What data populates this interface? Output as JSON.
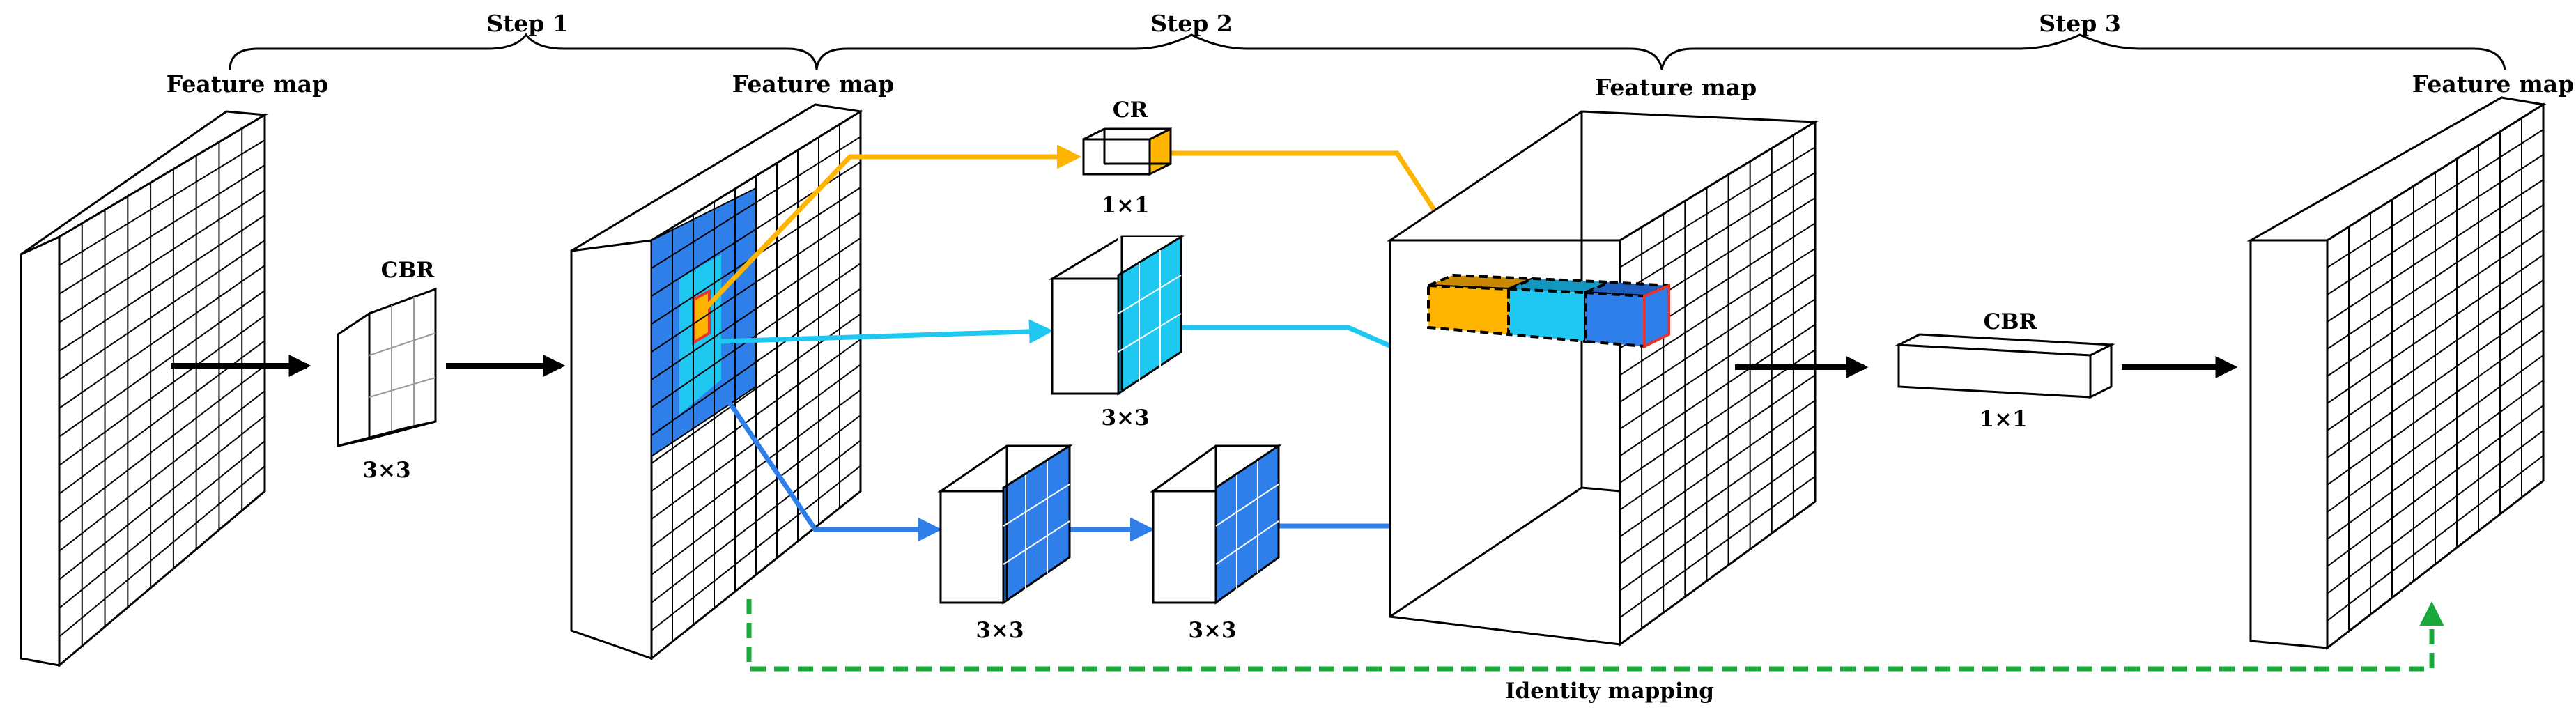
{
  "steps": [
    "Step 1",
    "Step 2",
    "Step 3"
  ],
  "feature_map_label": "Feature map",
  "cbr_label": "CBR",
  "cr_label": "CR",
  "kernel_3x3": "3×3",
  "kernel_1x1": "1×1",
  "identity_label": "Identity mapping",
  "colors": {
    "orange": "#FFB400",
    "cyan": "#1EC8F0",
    "blue": "#2F7FEA",
    "green": "#19A83A",
    "red": "#E8342A",
    "black": "#000000"
  },
  "icons": [
    "arrow-right-icon",
    "brace-icon",
    "kernel-cube-icon",
    "feature-map-slab-icon"
  ]
}
